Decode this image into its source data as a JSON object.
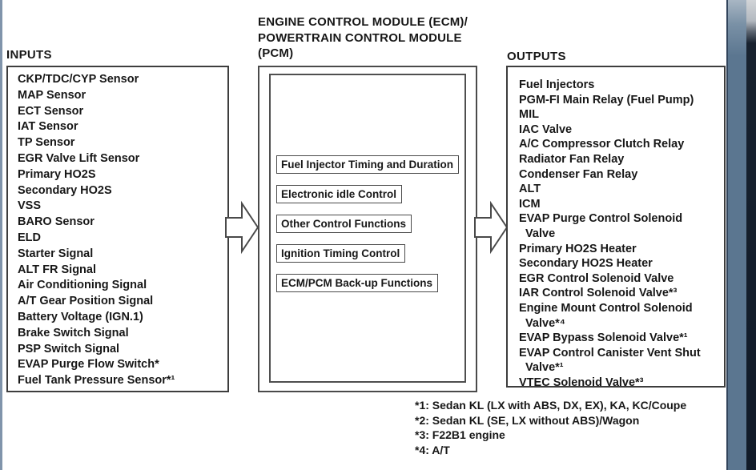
{
  "inputs": {
    "label": "INPUTS",
    "items": [
      "CKP/TDC/CYP Sensor",
      "MAP Sensor",
      "ECT Sensor",
      "IAT Sensor",
      "TP Sensor",
      "EGR Valve Lift Sensor",
      "Primary HO2S",
      "Secondary HO2S",
      "VSS",
      "BARO Sensor",
      "ELD",
      "Starter Signal",
      "ALT FR Signal",
      "Air Conditioning Signal",
      "A/T Gear Position Signal",
      "Battery Voltage (IGN.1)",
      "Brake Switch Signal",
      "PSP Switch Signal",
      "EVAP Purge Flow Switch*",
      "Fuel Tank Pressure Sensor*¹"
    ]
  },
  "ecm": {
    "title_lines": [
      "ENGINE CONTROL MODULE (ECM)/",
      "POWERTRAIN CONTROL MODULE",
      "(PCM)"
    ],
    "functions": [
      "Fuel Injector Timing and Duration",
      "Electronic idle Control",
      "Other Control Functions",
      "Ignition Timing Control",
      "ECM/PCM Back-up Functions"
    ]
  },
  "outputs": {
    "label": "OUTPUTS",
    "lines": [
      "Fuel Injectors",
      "PGM-FI Main Relay (Fuel Pump)",
      "MIL",
      "IAC Valve",
      "A/C Compressor Clutch Relay",
      "Radiator Fan Relay",
      "Condenser Fan Relay",
      "ALT",
      "ICM",
      "EVAP Purge Control Solenoid",
      "  Valve",
      "Primary HO2S Heater",
      "Secondary HO2S Heater",
      "EGR Control Solenoid Valve",
      "IAR Control Solenoid Valve*³",
      "Engine Mount Control Solenoid",
      "  Valve*⁴",
      "EVAP Bypass Solenoid Valve*¹",
      "EVAP Control Canister Vent Shut",
      "  Valve*¹",
      "VTEC Solenoid Valve*³"
    ]
  },
  "footnotes": [
    "*1: Sedan KL (LX with ABS, DX, EX), KA, KC/Coupe",
    "*2: Sedan KL (SE, LX without ABS)/Wagon",
    "*3: F22B1 engine",
    "*4: A/T"
  ],
  "colors": {
    "text": "#171717",
    "box_border": "#3d3d3d",
    "edge_steel_blue": "#5b7690",
    "edge_navy": "#111b29",
    "left_edge_line": "#8094ab",
    "background": "#ffffff"
  }
}
